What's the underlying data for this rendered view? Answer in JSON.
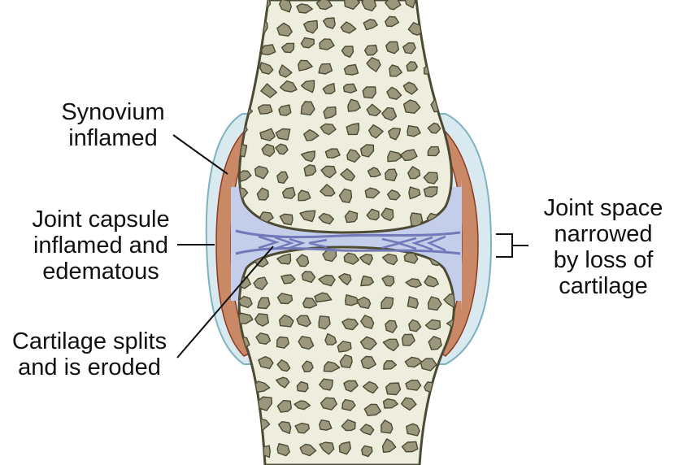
{
  "labels": {
    "synovium": {
      "lines": [
        "Synovium",
        "inflamed"
      ]
    },
    "capsule": {
      "lines": [
        "Joint capsule",
        "inflamed and",
        "edematous"
      ]
    },
    "cartilage": {
      "lines": [
        "Cartilage splits",
        "and is eroded"
      ]
    },
    "joint_space": {
      "lines": [
        "Joint space",
        "narrowed",
        "by loss of",
        "cartilage"
      ]
    }
  },
  "colors": {
    "bone_fill": "#eeeedf",
    "bone_outline": "#4d4a34",
    "trabecula": "#9b977c",
    "synovium": "#c98866",
    "synovium_edge": "#8d3a24",
    "capsule": "#d8eaef",
    "capsule_edge": "#7eb2c0",
    "joint_fluid": "#c4cdea",
    "cartilage_line": "#7278b8",
    "leader": "#111111"
  }
}
